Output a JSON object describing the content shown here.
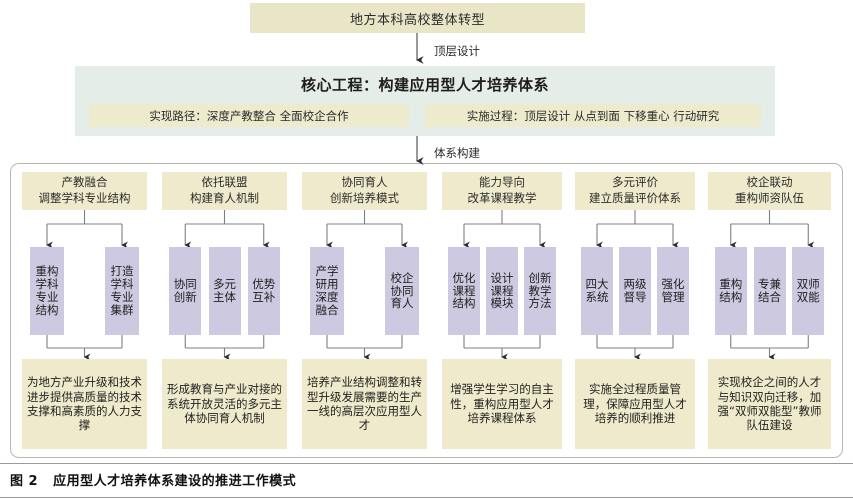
{
  "top": {
    "label": "地方本科高校整体转型"
  },
  "arrows": {
    "top_to_core": "顶层设计",
    "core_to_panel": "体系构建"
  },
  "core": {
    "title": "核心工程：构建应用型人才培养体系",
    "path_label": "实现路径：深度产教整合  全面校企合作",
    "process_label": "实施过程：顶层设计 从点到面 下移重心 行动研究"
  },
  "columns": [
    {
      "header": [
        "产教融合",
        "调整学科专业结构"
      ],
      "items": [
        "重构学科专业结构",
        "打造学科专业集群"
      ],
      "summary": "为地方产业升级和技术进步提供高质量的技术支撑和高素质的人力支撑"
    },
    {
      "header": [
        "依托联盟",
        "构建育人机制"
      ],
      "items": [
        "协同创新",
        "多元主体",
        "优势互补"
      ],
      "summary": "形成教育与产业对接的系统开放灵活的多元主体协同育人机制"
    },
    {
      "header": [
        "协同育人",
        "创新培养模式"
      ],
      "items": [
        "产学研用深度融合",
        "校企协同育人"
      ],
      "summary": "培养产业结构调整和转型升级发展需要的生产一线的高层次应用型人才"
    },
    {
      "header": [
        "能力导向",
        "改革课程教学"
      ],
      "items": [
        "优化课程结构",
        "设计课程模块",
        "创新教学方法"
      ],
      "summary": "增强学生学习的自主性，重构应用型人才培养课程体系"
    },
    {
      "header": [
        "多元评价",
        "建立质量评价体系"
      ],
      "items": [
        "四大系统",
        "两级督导",
        "强化管理"
      ],
      "summary": "实施全过程质量管理，保障应用型人才培养的顺利推进"
    },
    {
      "header": [
        "校企联动",
        "重构师资队伍"
      ],
      "items": [
        "重构结构",
        "专兼结合",
        "双师双能"
      ],
      "summary": "实现校企之间的人才与知识双向迁移，加强“双师双能型”教师队伍建设"
    }
  ],
  "caption": {
    "number": "图 2",
    "text": "应用型人才培养体系建设的推进工作模式"
  },
  "colors": {
    "khaki": "#eeeacb",
    "khaki_top": "#e9e6c8",
    "green": "#e4ede7",
    "purple": "#cdc9e0",
    "border": "#b9b6ae",
    "wire": "#6f6f7a"
  }
}
